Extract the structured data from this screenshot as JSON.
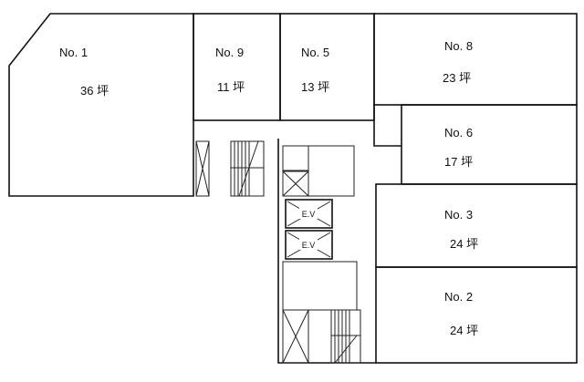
{
  "rooms": [
    {
      "id": "no1",
      "name": "No. 1",
      "area": "36 坪"
    },
    {
      "id": "no9",
      "name": "No. 9",
      "area": "11 坪"
    },
    {
      "id": "no5",
      "name": "No. 5",
      "area": "13 坪"
    },
    {
      "id": "no8",
      "name": "No. 8",
      "area": "23 坪"
    },
    {
      "id": "no6",
      "name": "No. 6",
      "area": "17 坪"
    },
    {
      "id": "no3",
      "name": "No. 3",
      "area": "24 坪"
    },
    {
      "id": "no2",
      "name": "No. 2",
      "area": "24 坪"
    }
  ],
  "elevators": [
    "E.V",
    "E.V"
  ]
}
